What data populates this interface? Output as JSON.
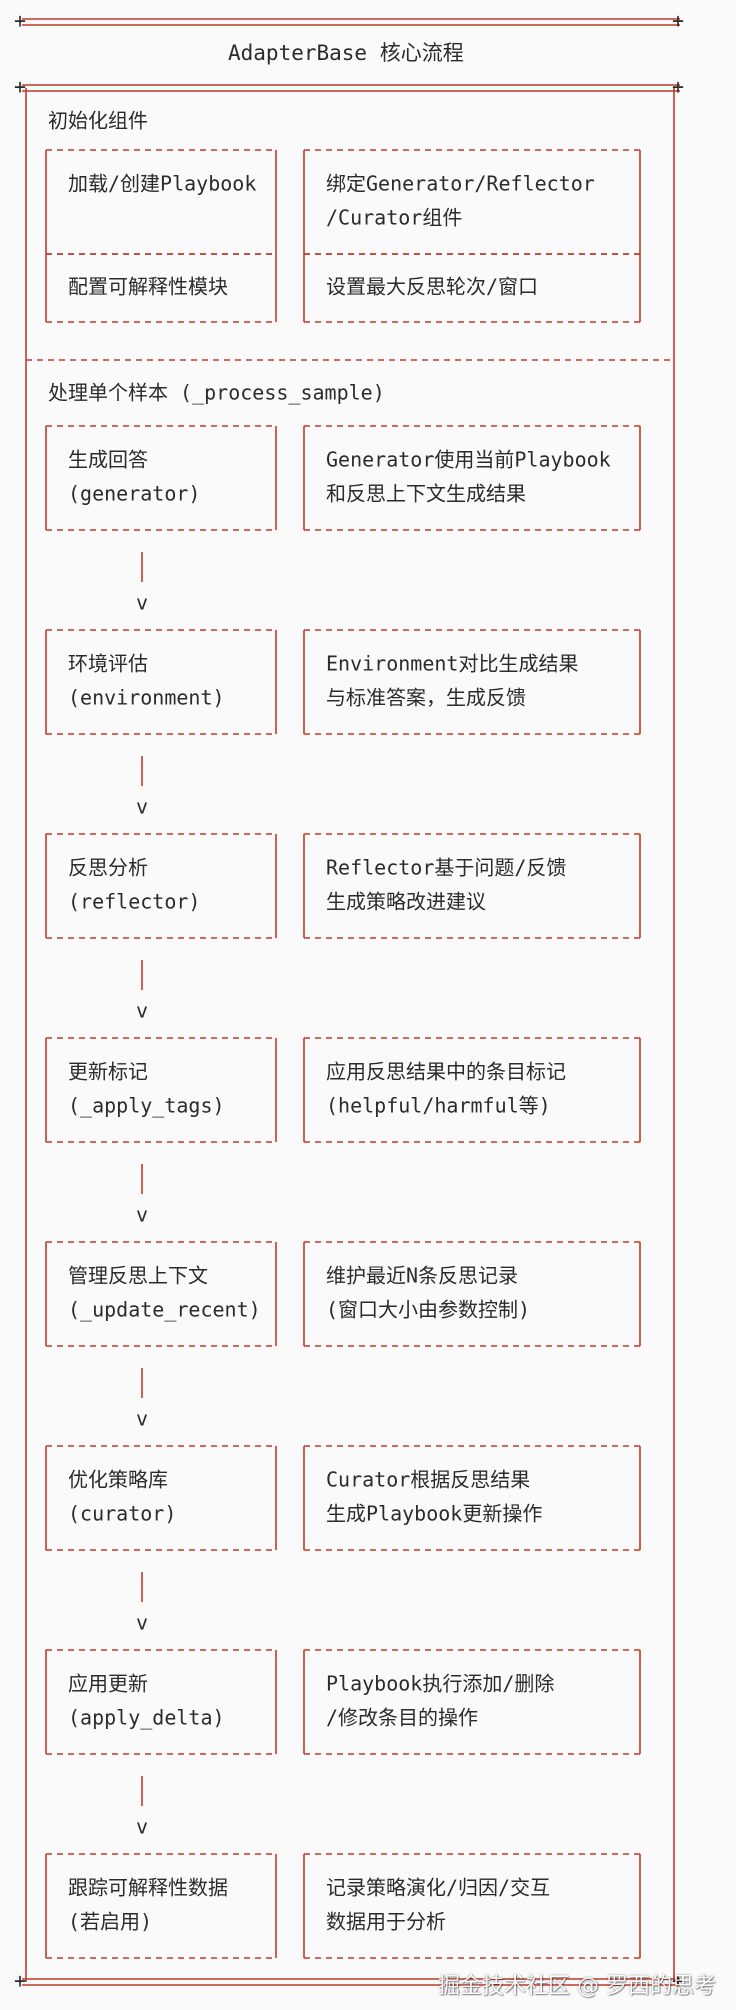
{
  "colors": {
    "border": "#c0392b",
    "text": "#2b2b2b",
    "background": "#fafafa"
  },
  "title": "AdapterBase 核心流程",
  "init_section": {
    "label": "初始化组件",
    "rows": [
      {
        "left": [
          "加载/创建Playbook",
          ""
        ],
        "right": [
          "绑定Generator/Reflector",
          "/Curator组件"
        ]
      },
      {
        "left": [
          "配置可解释性模块"
        ],
        "right": [
          "设置最大反思轮次/窗口"
        ]
      }
    ]
  },
  "process_section": {
    "label": "处理单个样本 (_process_sample)",
    "arrow_glyph": "v",
    "steps": [
      {
        "left": [
          "生成回答",
          "(generator)"
        ],
        "right": [
          "Generator使用当前Playbook",
          "和反思上下文生成结果"
        ]
      },
      {
        "left": [
          "环境评估",
          "(environment)"
        ],
        "right": [
          "Environment对比生成结果",
          "与标准答案，生成反馈"
        ]
      },
      {
        "left": [
          "反思分析",
          "(reflector)"
        ],
        "right": [
          "Reflector基于问题/反馈",
          "生成策略改进建议"
        ]
      },
      {
        "left": [
          "更新标记",
          "(_apply_tags)"
        ],
        "right": [
          "应用反思结果中的条目标记",
          "(helpful/harmful等)"
        ]
      },
      {
        "left": [
          "管理反思上下文",
          "(_update_recent)"
        ],
        "right": [
          "维护最近N条反思记录",
          "(窗口大小由参数控制)"
        ]
      },
      {
        "left": [
          "优化策略库",
          "(curator)"
        ],
        "right": [
          "Curator根据反思结果",
          "生成Playbook更新操作"
        ]
      },
      {
        "left": [
          "应用更新",
          "(apply_delta)"
        ],
        "right": [
          "Playbook执行添加/删除",
          "/修改条目的操作"
        ]
      },
      {
        "left": [
          "跟踪可解释性数据",
          "(若启用)"
        ],
        "right": [
          "记录策略演化/归因/交互",
          "数据用于分析"
        ]
      }
    ]
  },
  "watermark": "掘金技术社区 @ 罗西的思考"
}
